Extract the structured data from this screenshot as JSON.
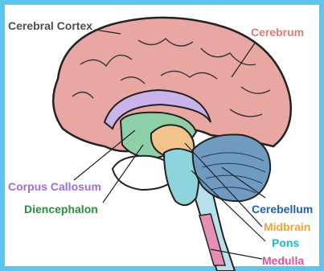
{
  "labels": {
    "cerebral_cortex": {
      "text": "Cerebral Cortex",
      "color": "#4d4d4d"
    },
    "cerebrum": {
      "text": "Cerebrum",
      "color": "#e07c78"
    },
    "corpus_callosum": {
      "text": "Corpus Callosum",
      "color": "#9a6fd6"
    },
    "diencephalon": {
      "text": "Diencephalon",
      "color": "#2e8b3e"
    },
    "cerebellum": {
      "text": "Cerebellum",
      "color": "#1f5fb5"
    },
    "midbrain": {
      "text": "Midbrain",
      "color": "#f2a23a"
    },
    "pons": {
      "text": "Pons",
      "color": "#1bb5cf"
    },
    "medulla": {
      "text": "Medulla",
      "color": "#e0529a"
    }
  },
  "colors": {
    "frame": "#5cc6ee",
    "cerebrum_fill": "#e9a7a3",
    "corpus_callosum_fill": "#c9b3ea",
    "diencephalon_fill": "#8fcfa8",
    "midbrain_fill": "#f3c48a",
    "pons_fill": "#8ed4dc",
    "cerebellum_fill": "#6f9bc0",
    "medulla_fill": "#e58fb4",
    "spinal_fill": "#b8e0ea"
  }
}
